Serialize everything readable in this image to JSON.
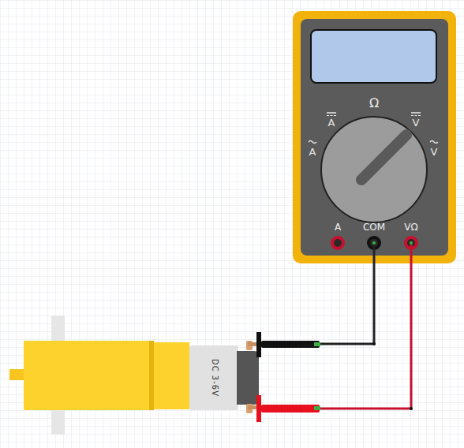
{
  "diagram": {
    "labels": [
      "Ω",
      "A",
      "V",
      "A",
      "V",
      "A",
      "COM",
      "VΩ",
      "DC 3-6V"
    ]
  }
}
